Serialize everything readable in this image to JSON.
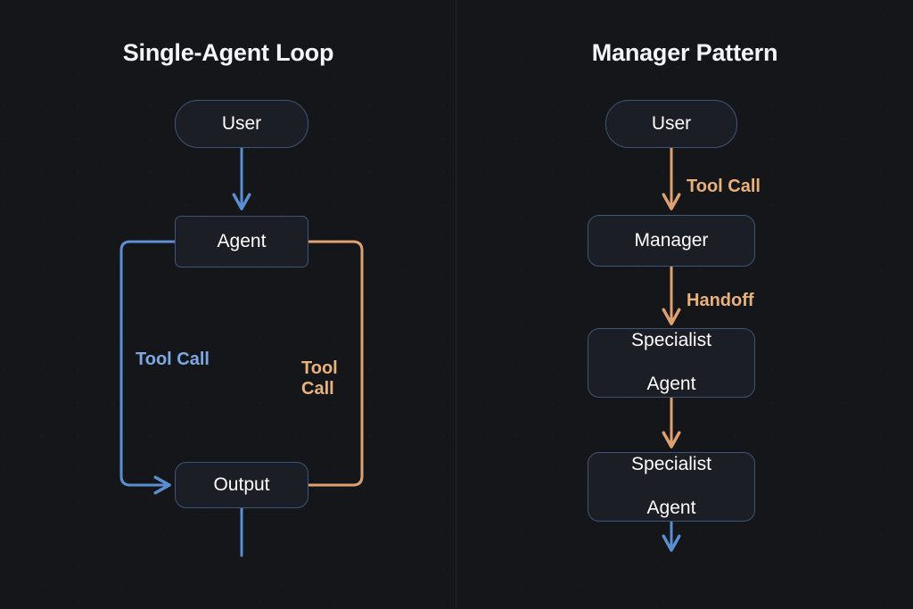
{
  "diagram": {
    "background_color": "#141619",
    "accent_blue": "#5b8fd4",
    "accent_orange": "#e0a070",
    "label_blue": "#7da9e2",
    "label_orange": "#e9b17b",
    "node_fill": "#1b1e25",
    "node_border": "#3e5577",
    "text_color": "#ffffff"
  },
  "panels": [
    {
      "id": "single-agent-loop",
      "title": "Single-Agent Loop",
      "nodes": [
        {
          "id": "user",
          "label": "User",
          "shape": "pill"
        },
        {
          "id": "agent",
          "label": "Agent",
          "shape": "sharp"
        },
        {
          "id": "output",
          "label": "Output",
          "shape": "soft"
        }
      ],
      "edges": [
        {
          "id": "user-to-agent",
          "from": "user",
          "to": "agent",
          "label": "",
          "color": "#5b8fd4",
          "arrow": true
        },
        {
          "id": "agent-to-output",
          "from": "agent",
          "to": "output",
          "label": "Tool Call",
          "color": "#5b8fd4",
          "arrow": true
        },
        {
          "id": "output-to-agent",
          "from": "output",
          "to": "agent",
          "label": "Tool\nCall",
          "color": "#e0a070",
          "arrow": false
        },
        {
          "id": "output-exit",
          "from": "output",
          "to": "",
          "label": "",
          "color": "#5b8fd4",
          "arrow": false
        }
      ]
    },
    {
      "id": "manager-pattern",
      "title": "Manager Pattern",
      "nodes": [
        {
          "id": "user",
          "label": "User",
          "shape": "pill"
        },
        {
          "id": "manager",
          "label": "Manager",
          "shape": "soft"
        },
        {
          "id": "specialist1",
          "label": "Specialist\nAgent",
          "shape": "soft"
        },
        {
          "id": "specialist2",
          "label": "Specialist\nAgent",
          "shape": "soft"
        }
      ],
      "edges": [
        {
          "id": "user-to-manager",
          "from": "user",
          "to": "manager",
          "label": "Tool Call",
          "color": "#e0a070",
          "arrow": true
        },
        {
          "id": "manager-to-specialist1",
          "from": "manager",
          "to": "specialist1",
          "label": "Handoff",
          "color": "#e0a070",
          "arrow": true
        },
        {
          "id": "specialist1-to-specialist2",
          "from": "specialist1",
          "to": "specialist2",
          "label": "",
          "color": "#e0a070",
          "arrow": true
        },
        {
          "id": "specialist2-exit",
          "from": "specialist2",
          "to": "",
          "label": "",
          "color": "#5b8fd4",
          "arrow": true
        }
      ]
    }
  ],
  "labels": {
    "loop_tool_call_blue": "Tool Call",
    "loop_tool_call_orange_line1": "Tool",
    "loop_tool_call_orange_line2": "Call",
    "manager_tool_call": "Tool Call",
    "manager_handoff": "Handoff"
  },
  "node_text": {
    "specialist_line1": "Specialist",
    "specialist_line2": "Agent"
  }
}
